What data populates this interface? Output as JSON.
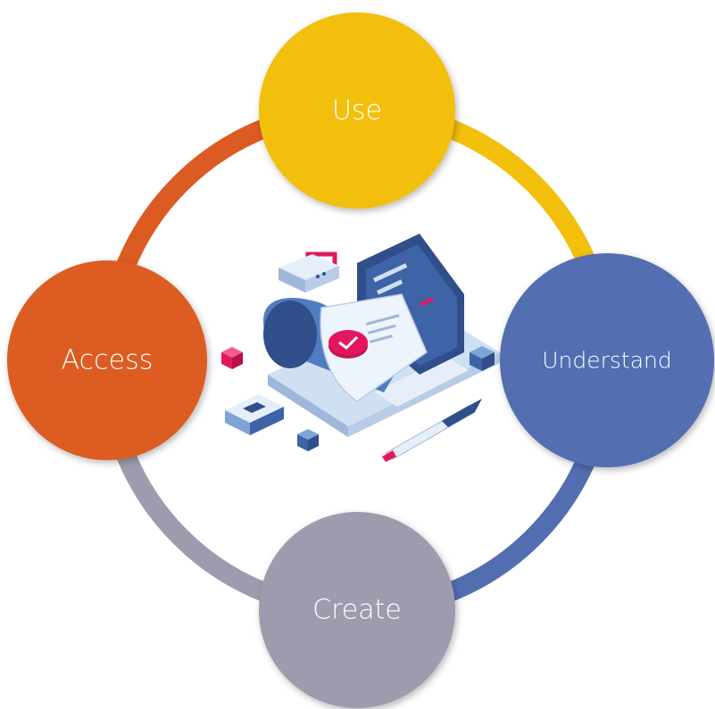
{
  "diagram": {
    "type": "cycle",
    "nodes": [
      {
        "label": "Use",
        "color": "#F2BF0B"
      },
      {
        "label": "Understand",
        "color": "#526EB1"
      },
      {
        "label": "Create",
        "color": "#9D9CAE"
      },
      {
        "label": "Access",
        "color": "#DC5B23"
      }
    ],
    "arcs": [
      {
        "from": "Use",
        "to": "Understand",
        "color": "#F2BF0B"
      },
      {
        "from": "Understand",
        "to": "Create",
        "color": "#526EB1"
      },
      {
        "from": "Create",
        "to": "Access",
        "color": "#9D9CAE"
      },
      {
        "from": "Access",
        "to": "Use",
        "color": "#DC5B23"
      }
    ],
    "center_illustration": "laptop-document-lock-icon",
    "illustration_colors": {
      "blue_dark": "#2F4E8A",
      "blue_mid": "#4F7DC0",
      "blue_light": "#CFE0F2",
      "paper": "#EEF4FB",
      "accent_pink": "#E3175F"
    }
  }
}
